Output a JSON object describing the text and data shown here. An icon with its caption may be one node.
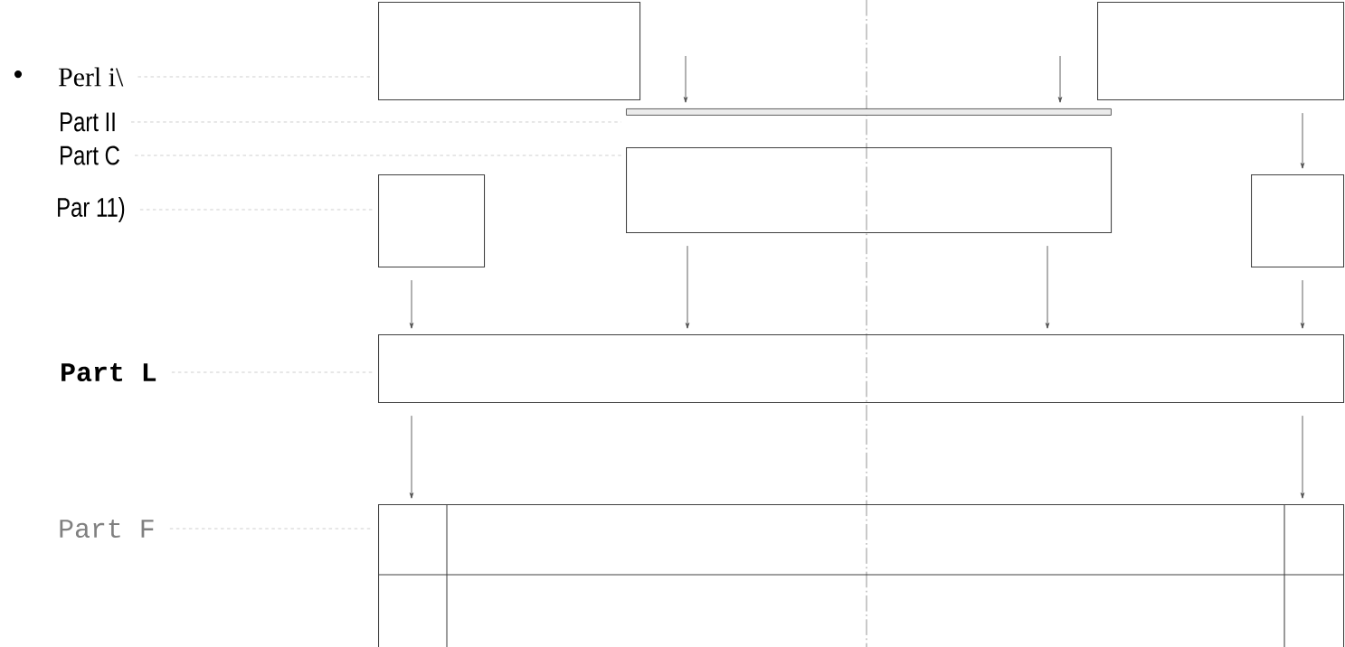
{
  "diagram": {
    "nodes": [
      {
        "text": [
          "Perl i\\"
        ]
      },
      {
        "text": [
          "Part II"
        ]
      },
      {
        "text": [
          "Part C"
        ]
      },
      {
        "text": [
          "Par 11)"
        ]
      },
      {
        "text": [
          "Part L"
        ]
      },
      {
        "text": [
          "Part F"
        ]
      },
      {
        "text": [],
        "shape": "box"
      },
      {
        "text": [],
        "shape": "box"
      },
      {
        "text": [],
        "shape": "bar"
      },
      {
        "text": [],
        "shape": "box"
      },
      {
        "text": [],
        "shape": "box"
      },
      {
        "text": [],
        "shape": "box"
      },
      {
        "text": [],
        "shape": "box"
      },
      {
        "text": [],
        "shape": "box"
      }
    ],
    "edges": [
      {
        "from": 0,
        "to": 6,
        "arrow": "none",
        "style": "dashed",
        "color": "#c8c8c8"
      },
      {
        "from": 1,
        "to": 8,
        "arrow": "none",
        "style": "dashed",
        "color": "#c8c8c8"
      },
      {
        "from": 2,
        "to": 9,
        "arrow": "none",
        "style": "dashed",
        "color": "#c8c8c8"
      },
      {
        "from": 3,
        "to": 10,
        "arrow": "none",
        "style": "dashed",
        "color": "#c8c8c8"
      },
      {
        "from": 4,
        "to": 12,
        "arrow": "none",
        "style": "dashed",
        "color": "#c8c8c8"
      },
      {
        "from": 5,
        "to": 13,
        "arrow": "none",
        "style": "dashed",
        "color": "#c8c8c8"
      },
      {
        "from": null,
        "to": 8,
        "arrow": "to"
      },
      {
        "from": null,
        "to": 8,
        "arrow": "to"
      },
      {
        "from": 7,
        "to": 11,
        "arrow": "to"
      },
      {
        "from": 10,
        "to": 12,
        "arrow": "to"
      },
      {
        "from": 9,
        "to": 12,
        "arrow": "to"
      },
      {
        "from": 9,
        "to": 12,
        "arrow": "to"
      },
      {
        "from": 11,
        "to": 12,
        "arrow": "to"
      },
      {
        "from": 12,
        "to": 13,
        "arrow": "to"
      },
      {
        "from": 12,
        "to": 13,
        "arrow": "to"
      }
    ],
    "labels": [
      "•"
    ]
  }
}
